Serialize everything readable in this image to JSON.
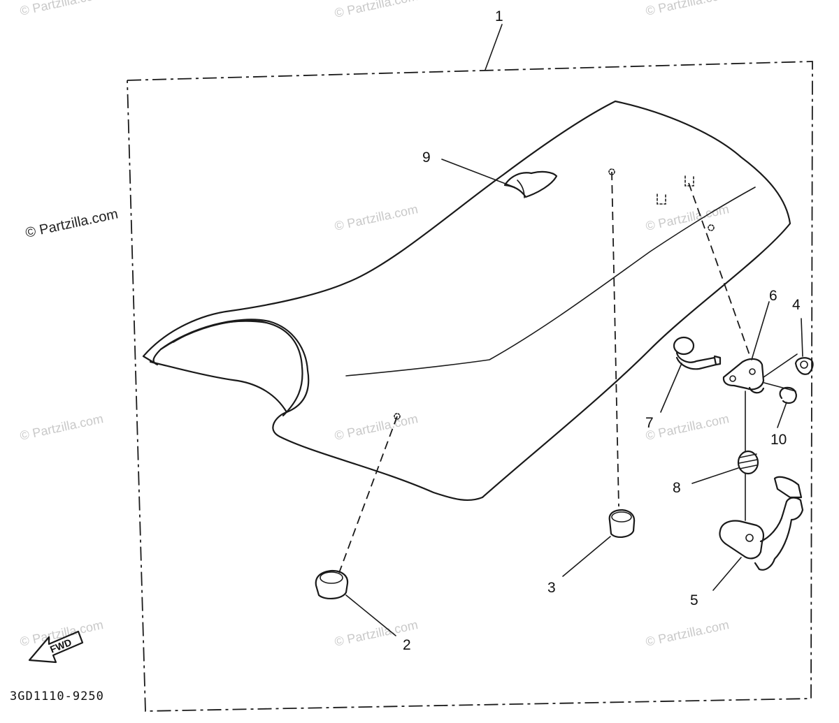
{
  "diagram": {
    "drawing_code": "3GD1110-9250",
    "direction_label": "FWD",
    "watermark": "© Partzilla.com",
    "callouts": [
      "1",
      "2",
      "3",
      "4",
      "5",
      "6",
      "7",
      "8",
      "9",
      "10"
    ]
  },
  "colors": {
    "ink": "#1a1a1a",
    "watermark": "#c9c9c9",
    "background": "#ffffff"
  }
}
